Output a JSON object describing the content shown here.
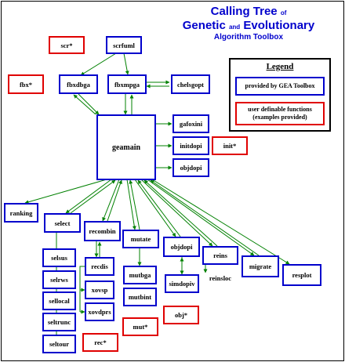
{
  "title": {
    "line1": "Calling Tree",
    "line1_small": "of",
    "line2a": "Genetic",
    "line2_small": "and",
    "line2b": "Evolutionary",
    "line3": "Algorithm Toolbox"
  },
  "legend": {
    "heading": "Legend",
    "toolbox_label": "provided by GEA Toolbox",
    "user_label_1": "user definable functions",
    "user_label_2": "(examples provided)"
  },
  "colors": {
    "title": "#0000cc",
    "toolbox_border": "#0000cc",
    "user_border": "#e00000",
    "arrow": "#008000"
  },
  "nodes": {
    "scr": "scr*",
    "scrfuml": "scrfuml",
    "fbx": "fbx*",
    "fbxdbga": "fbxdbga",
    "fbxmpga": "fbxmpga",
    "chelsgopt": "chelsgopt",
    "geamain": "geamain",
    "gafoxini": "gafoxini",
    "initdopi": "initdopi",
    "init": "init*",
    "objdopi_right": "objdopi",
    "ranking": "ranking",
    "select": "select",
    "selsus": "selsus",
    "selrws": "selrws",
    "sellocal": "sellocal",
    "seltrunc": "seltrunc",
    "seltour": "seltour",
    "recombin": "recombin",
    "recdis": "recdis",
    "xovsp": "xovsp",
    "xovdprs": "xovdprs",
    "rec": "rec*",
    "mutate": "mutate",
    "mutbga": "mutbga",
    "mutbint": "mutbint",
    "mut": "mut*",
    "objdopi_mid": "objdopi",
    "simdopiv": "simdopiv",
    "obj": "obj*",
    "reins": "reins",
    "reinsloc": "reinsloc",
    "migrate": "migrate",
    "resplot": "resplot"
  }
}
